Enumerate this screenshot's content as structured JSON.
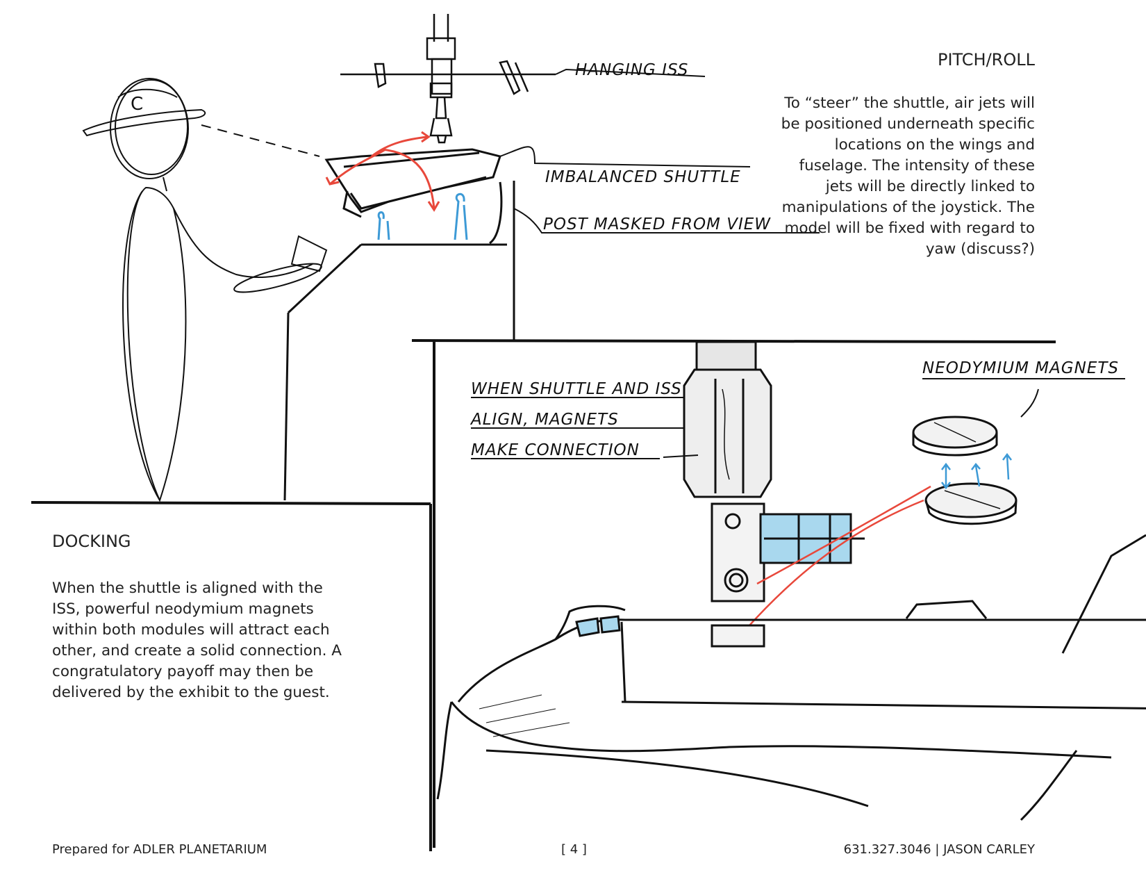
{
  "pitch_roll": {
    "title": "PITCH/ROLL",
    "body": "To “steer” the shuttle, air jets will be positioned underneath specific locations on the wings and fuselage. The intensity of these jets will be directly linked to manipulations of the joystick. The model will be fixed with regard to yaw (discuss?)"
  },
  "docking": {
    "title": "DOCKING",
    "body": "When the shuttle is aligned with the ISS, powerful neodymium magnets within both modules will attract each other, and create a solid connection. A congratulatory payoff may then be delivered by the exhibit to the guest."
  },
  "sketch_labels": {
    "hanging_iss": "HANGING ISS",
    "imbalanced_shuttle": "IMBALANCED SHUTTLE",
    "post_masked": "POST MASKED FROM VIEW",
    "neodymium_magnets": "NEODYMIUM MAGNETS",
    "align_line1": "WHEN SHUTTLE AND ISS",
    "align_line2": "ALIGN, MAGNETS",
    "align_line3": "MAKE CONNECTION"
  },
  "footer": {
    "prepared_for": "Prepared for ADLER PLANETARIUM",
    "page": "[ 4 ]",
    "contact": "631.327.3046 | JASON CARLEY"
  },
  "colors": {
    "ink": "#111111",
    "red_arrow": "#e8483b",
    "blue_jet": "#3d9ad6",
    "marker_gray": "#c9c9c9"
  }
}
